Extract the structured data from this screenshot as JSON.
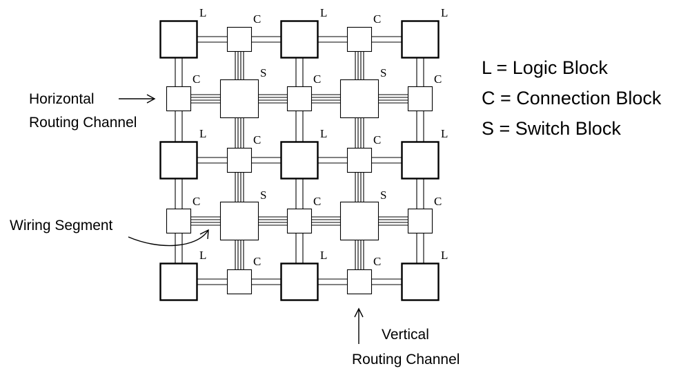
{
  "block_letters": {
    "logic": "L",
    "connection": "C",
    "switch": "S"
  },
  "legend": [
    {
      "text": "L = Logic Block"
    },
    {
      "text": "C = Connection Block"
    },
    {
      "text": "S = Switch Block"
    }
  ],
  "annotations": {
    "horizontal_line1": "Horizontal",
    "horizontal_line2": "Routing Channel",
    "wiring_segment": "Wiring Segment",
    "vertical_line1": "Vertical",
    "vertical_line2": "Routing Channel"
  }
}
